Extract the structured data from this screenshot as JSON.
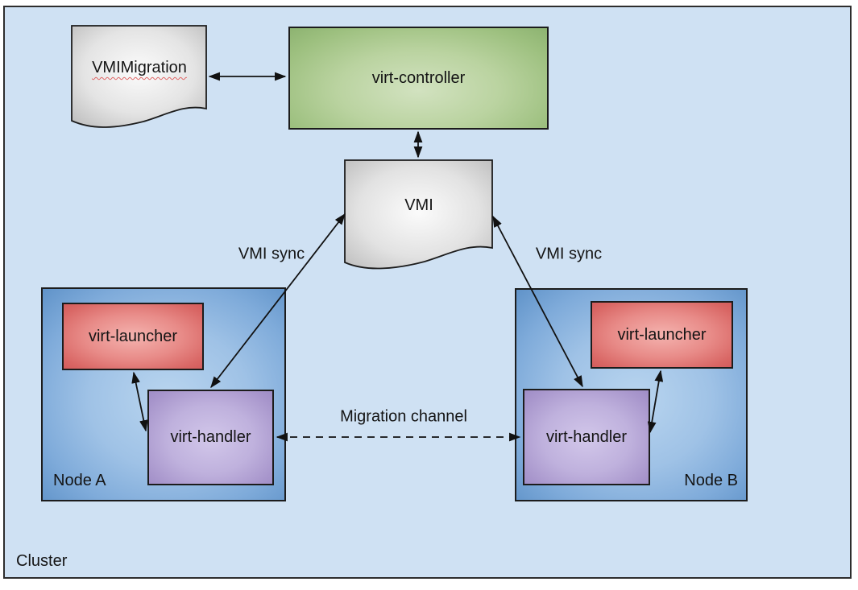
{
  "cluster": {
    "label": "Cluster"
  },
  "boxes": {
    "vmimigration": {
      "label": "VMIMigration"
    },
    "virt_controller": {
      "label": "virt-controller"
    },
    "vmi": {
      "label": "VMI"
    },
    "node_a": {
      "label": "Node A",
      "virt_launcher": "virt-launcher",
      "virt_handler": "virt-handler"
    },
    "node_b": {
      "label": "Node B",
      "virt_launcher": "virt-launcher",
      "virt_handler": "virt-handler"
    }
  },
  "edges": {
    "vmi_sync_left": "VMI sync",
    "vmi_sync_right": "VMI sync",
    "migration_channel": "Migration channel"
  },
  "colors": {
    "cluster_bg": "#cfe1f3",
    "node_gradient_center": "#b9d5ef",
    "node_gradient_edge": "#6093c9",
    "virt_launcher_center": "#f4b3af",
    "virt_launcher_edge": "#d35c5c",
    "virt_handler_center": "#d2c7ea",
    "virt_handler_edge": "#9f8dc6",
    "virt_controller_center": "#d2e2c0",
    "virt_controller_edge": "#8db371",
    "document_center": "#fbfbfb",
    "document_edge": "#bdbdbd",
    "line_stroke": "#111111",
    "spellcheck_underline": "#e06666"
  }
}
